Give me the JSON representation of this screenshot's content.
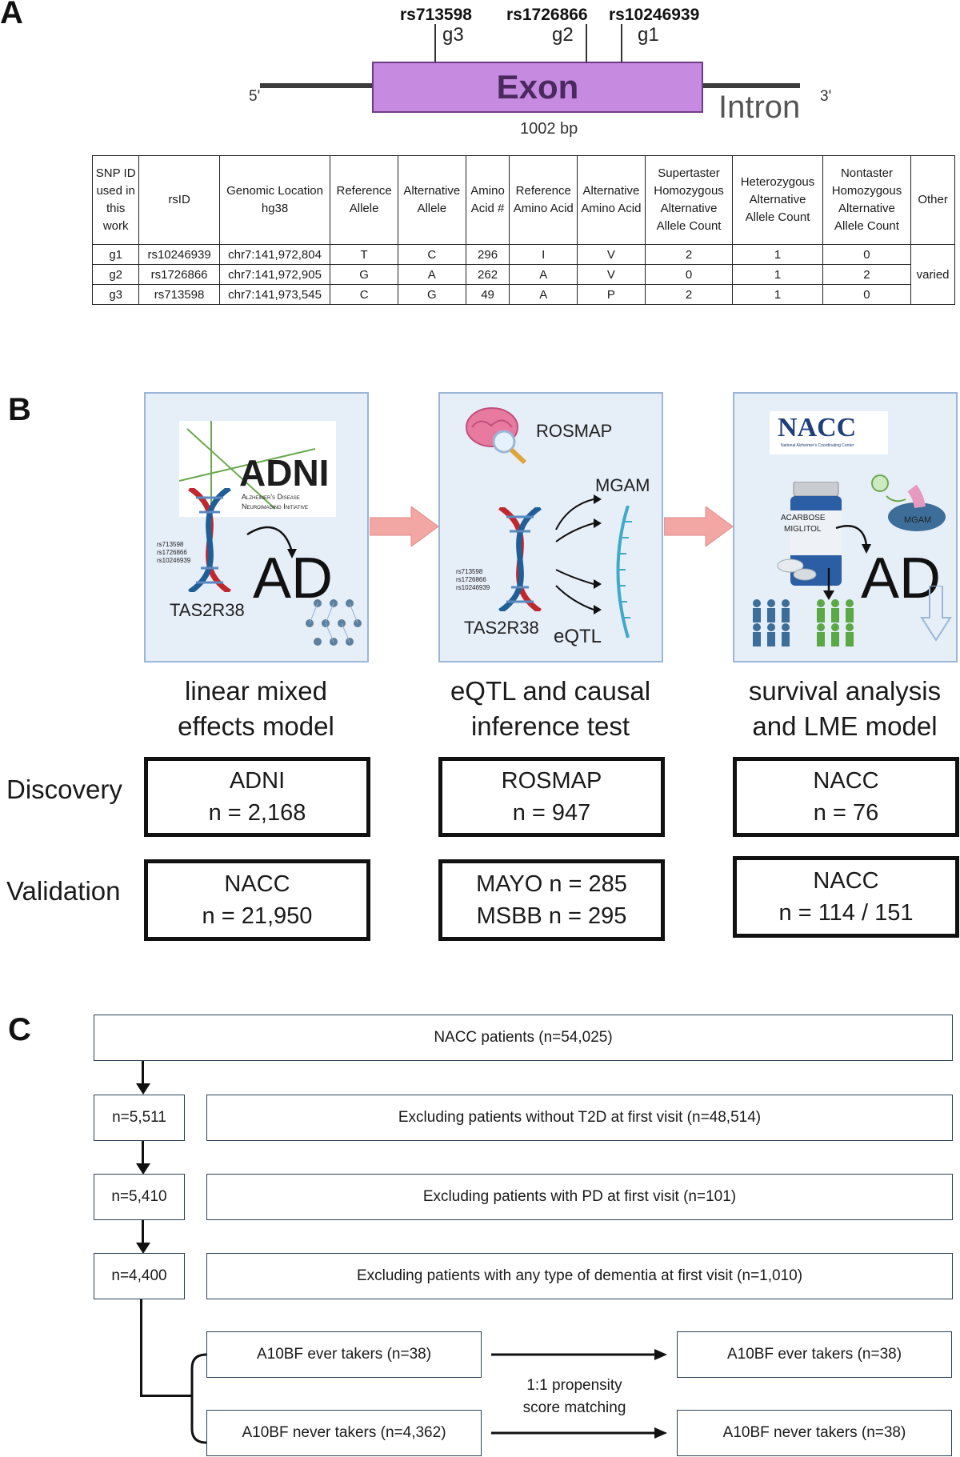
{
  "panel_a": {
    "letter": "A",
    "snps": [
      {
        "rsid": "rs713598",
        "g": "g3"
      },
      {
        "rsid": "rs1726866",
        "g": "g2"
      },
      {
        "rsid": "rs10246939",
        "g": "g1"
      }
    ],
    "five_prime": "5'",
    "three_prime": "3'",
    "exon_label": "Exon",
    "intron_label": "Intron",
    "bp_label": "1002 bp",
    "table": {
      "headers": [
        "SNP ID used in this work",
        "rsID",
        "Genomic Location hg38",
        "Reference Allele",
        "Alternative Allele",
        "Amino Acid #",
        "Reference Amino Acid",
        "Alternative Amino Acid",
        "Supertaster Homozygous Alternative Allele Count",
        "Heterozygous Alternative Allele Count",
        "Nontaster Homozygous Alternative Allele Count",
        "Other"
      ],
      "rows": [
        [
          "g1",
          "rs10246939",
          "chr7:141,972,804",
          "T",
          "C",
          "296",
          "I",
          "V",
          "2",
          "1",
          "0"
        ],
        [
          "g2",
          "rs1726866",
          "chr7:141,972,905",
          "G",
          "A",
          "262",
          "A",
          "V",
          "0",
          "1",
          "2"
        ],
        [
          "g3",
          "rs713598",
          "chr7:141,973,545",
          "C",
          "G",
          "49",
          "A",
          "P",
          "2",
          "1",
          "0"
        ]
      ],
      "other_value": "varied"
    }
  },
  "panel_b": {
    "letter": "B",
    "fig1": {
      "logo": "ADNI",
      "logo_sub1": "Alzheimer's Disease",
      "logo_sub2": "Neuroimaging Initiative",
      "snps": [
        "rs713598",
        "rs1726866",
        "rs10246939"
      ],
      "gene": "TAS2R38",
      "outcome": "AD"
    },
    "fig2": {
      "cohort": "ROSMAP",
      "target": "MGAM",
      "snps": [
        "rs713598",
        "rs1726866",
        "rs10246939"
      ],
      "gene": "TAS2R38",
      "label": "eQTL"
    },
    "fig3": {
      "logo": "NACC",
      "logo_sub": "National Alzheimer's Coordinating Center",
      "drug1": "ACARBOSE",
      "drug2": "MIGLITOL",
      "target": "MGAM",
      "outcome": "AD"
    },
    "methods": [
      {
        "line1": "linear mixed",
        "line2": "effects model"
      },
      {
        "line1": "eQTL and causal",
        "line2": "inference test"
      },
      {
        "line1": "survival analysis",
        "line2": "and LME model"
      }
    ],
    "row_labels": {
      "discovery": "Discovery",
      "validation": "Validation"
    },
    "discovery": [
      {
        "line1": "ADNI",
        "line2": "n = 2,168"
      },
      {
        "line1": "ROSMAP",
        "line2": "n = 947"
      },
      {
        "line1": "NACC",
        "line2": "n = 76"
      }
    ],
    "validation": [
      {
        "line1": "NACC",
        "line2": "n = 21,950"
      },
      {
        "line1": "MAYO n = 285",
        "line2": "MSBB n = 295"
      },
      {
        "line1": "NACC",
        "line2": "n = 114 / 151"
      }
    ]
  },
  "panel_c": {
    "letter": "C",
    "top": "NACC patients (n=54,025)",
    "steps": [
      {
        "n": "n=5,511",
        "exclusion": "Excluding patients without T2D at first visit (n=48,514)"
      },
      {
        "n": "n=5,410",
        "exclusion": "Excluding patients with PD at first visit (n=101)"
      },
      {
        "n": "n=4,400",
        "exclusion": "Excluding patients with any type of dementia at first visit (n=1,010)"
      }
    ],
    "ever": "A10BF ever takers (n=38)",
    "never": "A10BF never takers (n=4,362)",
    "matching_line1": "1:1 propensity",
    "matching_line2": "score matching",
    "ever_matched": "A10BF ever takers (n=38)",
    "never_matched": "A10BF never takers (n=38)"
  }
}
